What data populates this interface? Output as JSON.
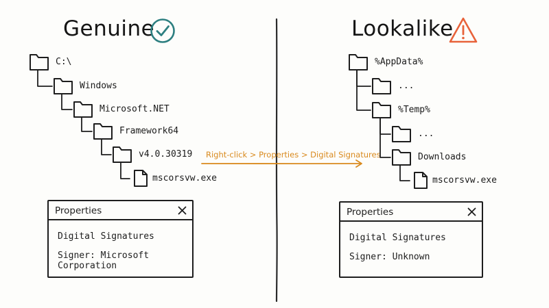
{
  "genuine": {
    "title": "Genuine",
    "status_icon": "check-circle-icon",
    "accent": "#2d7f80",
    "tree": [
      {
        "label": "C:\\",
        "icon": "folder-icon",
        "depth": 0
      },
      {
        "label": "Windows",
        "icon": "folder-icon",
        "depth": 1
      },
      {
        "label": "Microsoft.NET",
        "icon": "folder-icon",
        "depth": 2
      },
      {
        "label": "Framework64",
        "icon": "folder-icon",
        "depth": 3
      },
      {
        "label": "v4.0.30319",
        "icon": "folder-icon",
        "depth": 4
      },
      {
        "label": "mscorsvw.exe",
        "icon": "file-icon",
        "depth": 5
      }
    ],
    "dialog": {
      "title": "Properties",
      "close": "close-icon",
      "rows": [
        "Digital Signatures",
        "Signer: Microsoft Corporation"
      ]
    }
  },
  "lookalike": {
    "title": "Lookalike",
    "status_icon": "warning-triangle-icon",
    "accent": "#e8623a",
    "tree": [
      {
        "label": "%AppData%",
        "icon": "folder-icon",
        "depth": 0
      },
      {
        "label": "...",
        "icon": "folder-icon",
        "depth": 1
      },
      {
        "label": "%Temp%",
        "icon": "folder-icon",
        "depth": 1
      },
      {
        "label": "...",
        "icon": "folder-icon",
        "depth": 2
      },
      {
        "label": "Downloads",
        "icon": "folder-icon",
        "depth": 2
      },
      {
        "label": "mscorsvw.exe",
        "icon": "file-icon",
        "depth": 3
      }
    ],
    "dialog": {
      "title": "Properties",
      "close": "close-icon",
      "rows": [
        "Digital Signatures",
        "Signer: Unknown"
      ]
    }
  },
  "arrow": {
    "label": "Right-click > Properties > Digital Signatures",
    "color": "#d98a1e"
  },
  "colors": {
    "ink": "#1d1d1d",
    "divider": "#2a2a2a",
    "background": "#fdfdfb"
  }
}
